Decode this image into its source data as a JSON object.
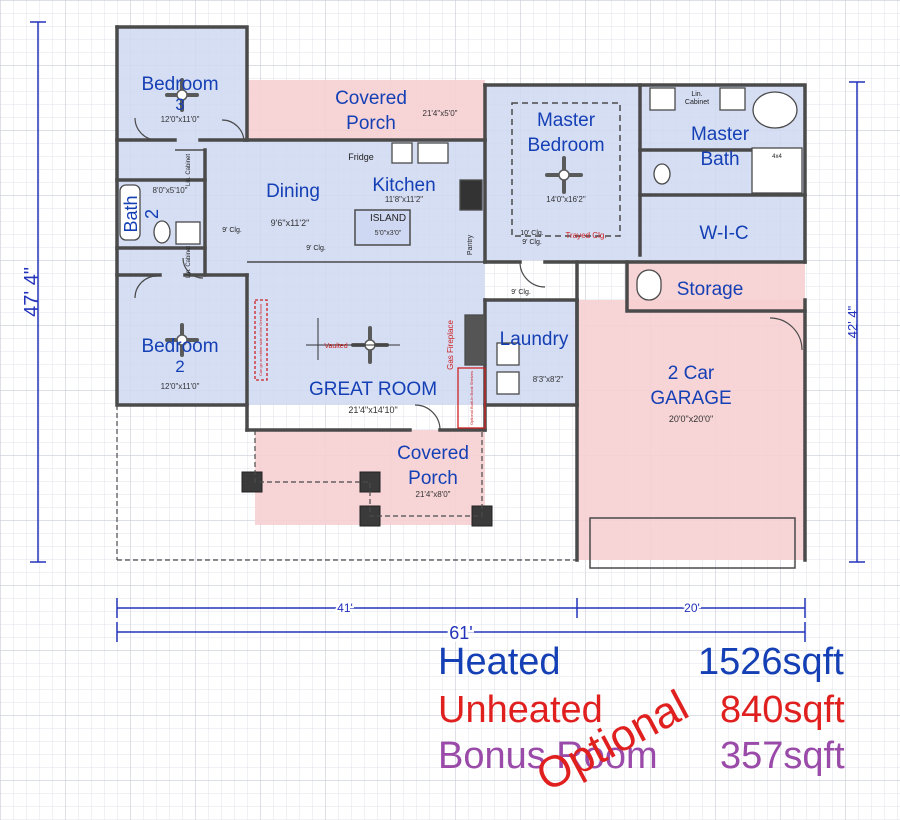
{
  "colors": {
    "wall": "#4a4a4a",
    "heated_fill": "#cfd8f2",
    "unheated_fill": "#f6cfd2",
    "grid": "#dfe3ea",
    "grid_major": "#c7ccd6",
    "dimension": "#2233bb",
    "heated_text": "#1540b5",
    "unheated_text": "#e0201f",
    "bonus_text": "#9a4aa8",
    "note_red": "#cc2222"
  },
  "rooms": {
    "bedroom3": {
      "name": "Bedroom",
      "num": "3",
      "size": "12'0\"x11'0\""
    },
    "bath2": {
      "name": "Bath",
      "num": "2",
      "size": "8'0\"x5'10\""
    },
    "bedroom2": {
      "name": "Bedroom",
      "num": "2",
      "size": "12'0\"x11'0\""
    },
    "porch_top": {
      "line1": "Covered",
      "line2": "Porch",
      "size": "21'4\"x5'0\""
    },
    "dining": {
      "name": "Dining",
      "size": "9'6\"x11'2\""
    },
    "kitchen": {
      "name": "Kitchen",
      "size": "11'8\"x11'2\""
    },
    "island": {
      "name": "ISLAND",
      "size": "5'0\"x3'0\""
    },
    "master_bedroom": {
      "line1": "Master",
      "line2": "Bedroom",
      "size": "14'0\"x16'2\""
    },
    "master_bath": {
      "line1": "Master",
      "line2": "Bath"
    },
    "wic": {
      "name": "W-I-C"
    },
    "storage": {
      "name": "Storage"
    },
    "laundry": {
      "name": "Laundry",
      "size": "8'3\"x8'2\""
    },
    "great_room": {
      "name": "GREAT ROOM",
      "size": "21'4\"x14'10\""
    },
    "garage": {
      "line1": "2 Car",
      "line2": "GARAGE",
      "size": "20'0\"x20'0\""
    },
    "porch_bottom": {
      "line1": "Covered",
      "line2": "Porch",
      "size": "21'4\"x8'0\""
    }
  },
  "fixtures": {
    "fridge": "Fridge",
    "pantry": "Pantry",
    "lin_cabinet": "Lin. Cabinet",
    "lin_cab_line1": "Lin.",
    "lin_cab_line2": "Cabinet",
    "shower": "4x4",
    "gas_fireplace": "Gas Fireplace",
    "vaulted": "Vaulted",
    "trayed_clg": "Trayed Clg.",
    "built_in": "Optional Built-In Book Shelves",
    "tv_note": "Can go on either side of the Great Room"
  },
  "ceilings": {
    "c9_left": "9' Clg.",
    "c9_center": "9' Clg.",
    "c10_master": "10' Clg.",
    "c9_master": "9' Clg.",
    "c9_hall": "9' Clg."
  },
  "dimensions": {
    "left_height": "47' 4\"",
    "right_height": "42' 4\"",
    "house_width": "41'",
    "garage_width": "20'",
    "total_width": "61'"
  },
  "summary": {
    "heated_label": "Heated",
    "heated_value": "1526sqft",
    "unheated_label": "Unheated",
    "unheated_value": "840sqft",
    "bonus_label": "Bonus Room",
    "bonus_value": "357sqft",
    "optional": "Optional"
  }
}
